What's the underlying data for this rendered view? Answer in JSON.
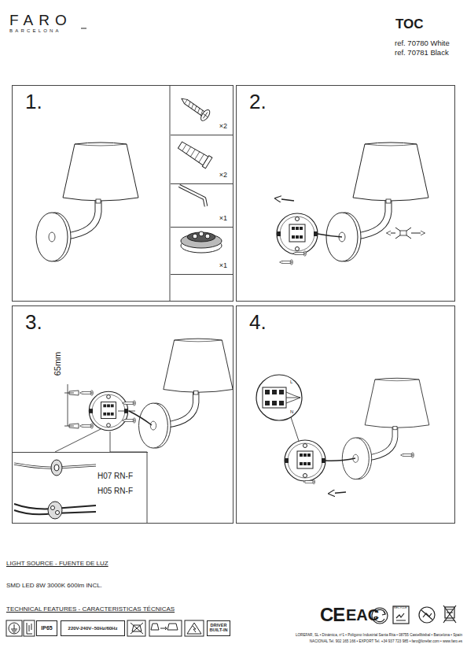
{
  "diagram": {
    "nodes": [
      {
        "text": [
          "1."
        ]
      },
      {
        "text": [
          "×2"
        ],
        "in": 0
      },
      {
        "text": [
          "×2"
        ],
        "in": 0
      },
      {
        "text": [
          "×1"
        ],
        "in": 0
      },
      {
        "text": [
          "×1"
        ],
        "in": 0
      },
      {
        "text": [
          "2."
        ]
      },
      {
        "text": [
          "3."
        ]
      },
      {
        "text": [
          "H07 RN-F",
          "H05 RN-F"
        ],
        "in": 6
      },
      {
        "text": [
          "4."
        ]
      },
      {
        "text": [
          "IP65"
        ]
      },
      {
        "text": [
          "220V-240V~50Hz/60Hz"
        ]
      },
      {
        "text": [
          "DRIVER BUILT-IN"
        ]
      }
    ],
    "labels": [
      "FARO",
      "BARCELONA",
      "TOC",
      "ref. 70780 White",
      "ref. 70781 Black",
      "65mm",
      "L",
      "N",
      "LIGHT SOURCE - FUENTE DE LUZ",
      "SMD LED 8W 3000K 600lm INCL.",
      "TECHNICAL FEATURES - CARACTERISTICAS TÉCNICAS",
      "CE",
      "EAC",
      "RECYCLE",
      "LOREFAR, SL • Dinámica, nº1 • Polígono Industrial Santa Rita • 08755 Castellbisbal • Barcelona • Spain",
      "NACIONAL Tel. 902 165 166 • EXPORT Tel. +34 937 723 985 • faro@lorefar.com • www.faro.es"
    ]
  }
}
